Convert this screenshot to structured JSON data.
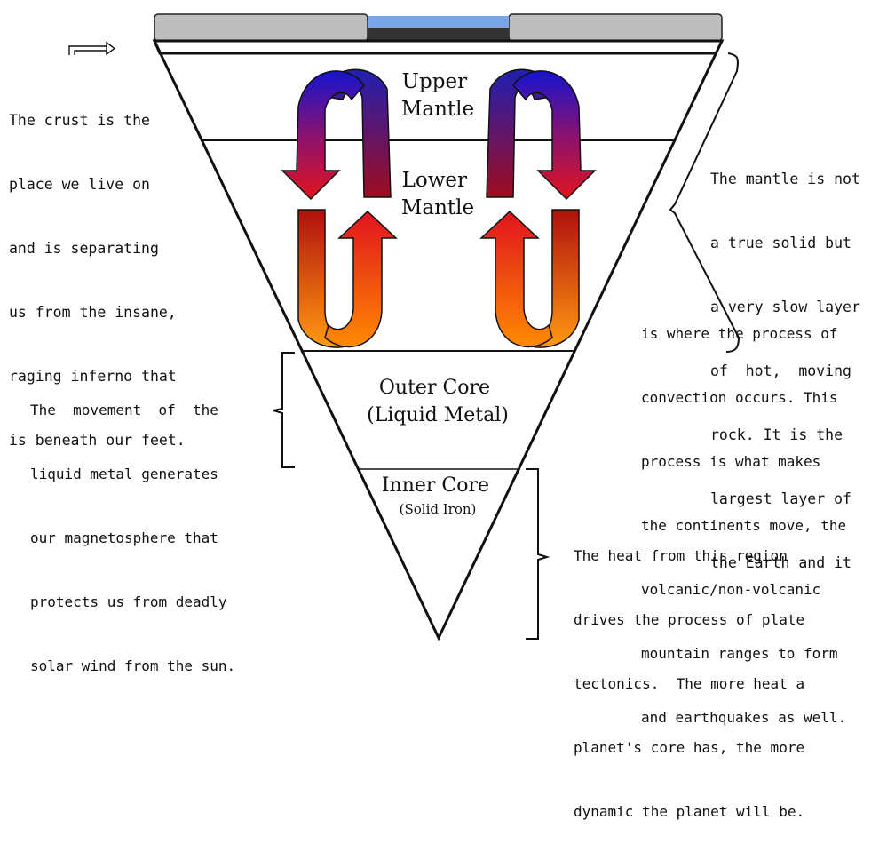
{
  "layers": {
    "upper_mantle": [
      "Upper",
      "Mantle"
    ],
    "lower_mantle": [
      "Lower",
      "Mantle"
    ],
    "outer_core": [
      "Outer Core",
      "(Liquid Metal)"
    ],
    "inner_core": [
      "Inner Core",
      "(Solid Iron)"
    ]
  },
  "notes": {
    "crust": [
      "The crust is the",
      "place we live on",
      "and is separating",
      "us from the insane,",
      "raging inferno that",
      "is beneath our feet."
    ],
    "mantle_a": [
      "The mantle is not",
      "a true solid but",
      "a very slow layer",
      "of  hot,  moving",
      "rock. It is the",
      "largest layer of",
      "the Earth and it"
    ],
    "mantle_b": [
      "is where the process of",
      "convection occurs. This",
      "process is what makes",
      "the continents move, the",
      "volcanic/non-volcanic",
      "mountain ranges to form",
      "and earthquakes as well."
    ],
    "outer_core": [
      "The  movement  of  the",
      "liquid metal generates",
      "our magnetosphere that",
      "protects us from deadly",
      "solar wind from the sun."
    ],
    "inner_core": [
      "The heat from this region",
      "drives the process of plate",
      "tectonics.  The more heat a",
      "planet's core has, the more",
      "dynamic the planet will be."
    ]
  },
  "colors": {
    "crust_gray": "#bdbdbd",
    "ocean_blue": "#7aa6e6",
    "ocean_dark": "#333333",
    "hot_red": "#e0141e",
    "cool_blue": "#1414d0",
    "warm_orange": "#ff8a00"
  },
  "icons": {
    "crust_pointer": "hook-arrow-right-icon"
  }
}
